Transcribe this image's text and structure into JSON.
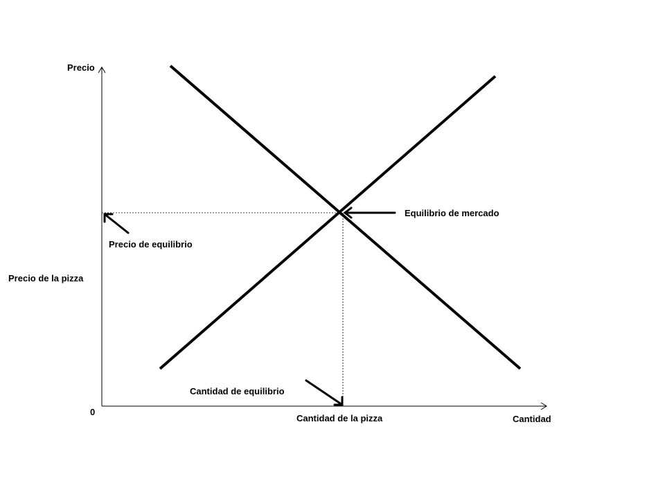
{
  "diagram": {
    "axis_y_label": "Precio",
    "axis_x_label": "Cantidad",
    "origin_label": "0",
    "price_axis_note": "Precio de la pizza",
    "quantity_axis_note": "Cantidad de la pizza",
    "equilibrium_price_label": "Precio de equilibrio",
    "equilibrium_quantity_label": "Cantidad de equilibrio",
    "market_equilibrium_label": "Equilibrio de mercado",
    "line_color": "#000000",
    "background_color": "#ffffff"
  }
}
